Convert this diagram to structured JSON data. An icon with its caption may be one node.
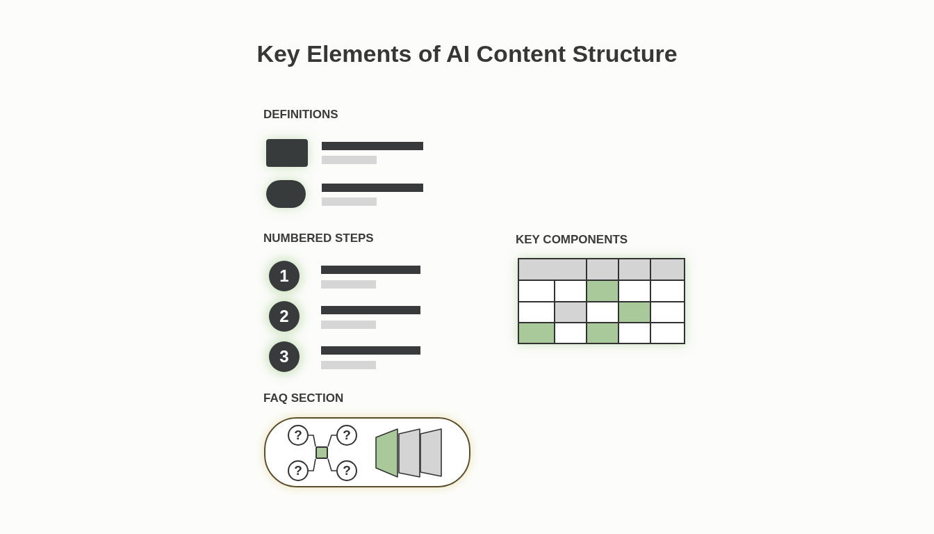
{
  "diagram": {
    "title": "Key Elements of AI Content Structure",
    "nodes": [
      {
        "text": [
          "1"
        ]
      },
      {
        "text": [
          "2"
        ]
      },
      {
        "text": [
          "3"
        ]
      },
      {
        "text": [
          "?"
        ]
      },
      {
        "text": [
          "?"
        ]
      },
      {
        "text": [
          "?"
        ]
      },
      {
        "text": [
          "?"
        ]
      },
      {
        "text": [],
        "shape": "box"
      }
    ],
    "edges": [
      {
        "from": 3,
        "to": 7,
        "arrow": "none"
      },
      {
        "from": 4,
        "to": 7,
        "arrow": "none"
      },
      {
        "from": 5,
        "to": 7,
        "arrow": "none"
      },
      {
        "from": 6,
        "to": 7,
        "arrow": "none"
      }
    ],
    "labels": [
      "DEFINITIONS",
      "NUMBERED STEPS",
      "KEY COMPONENTS",
      "FAQ SECTION"
    ]
  }
}
